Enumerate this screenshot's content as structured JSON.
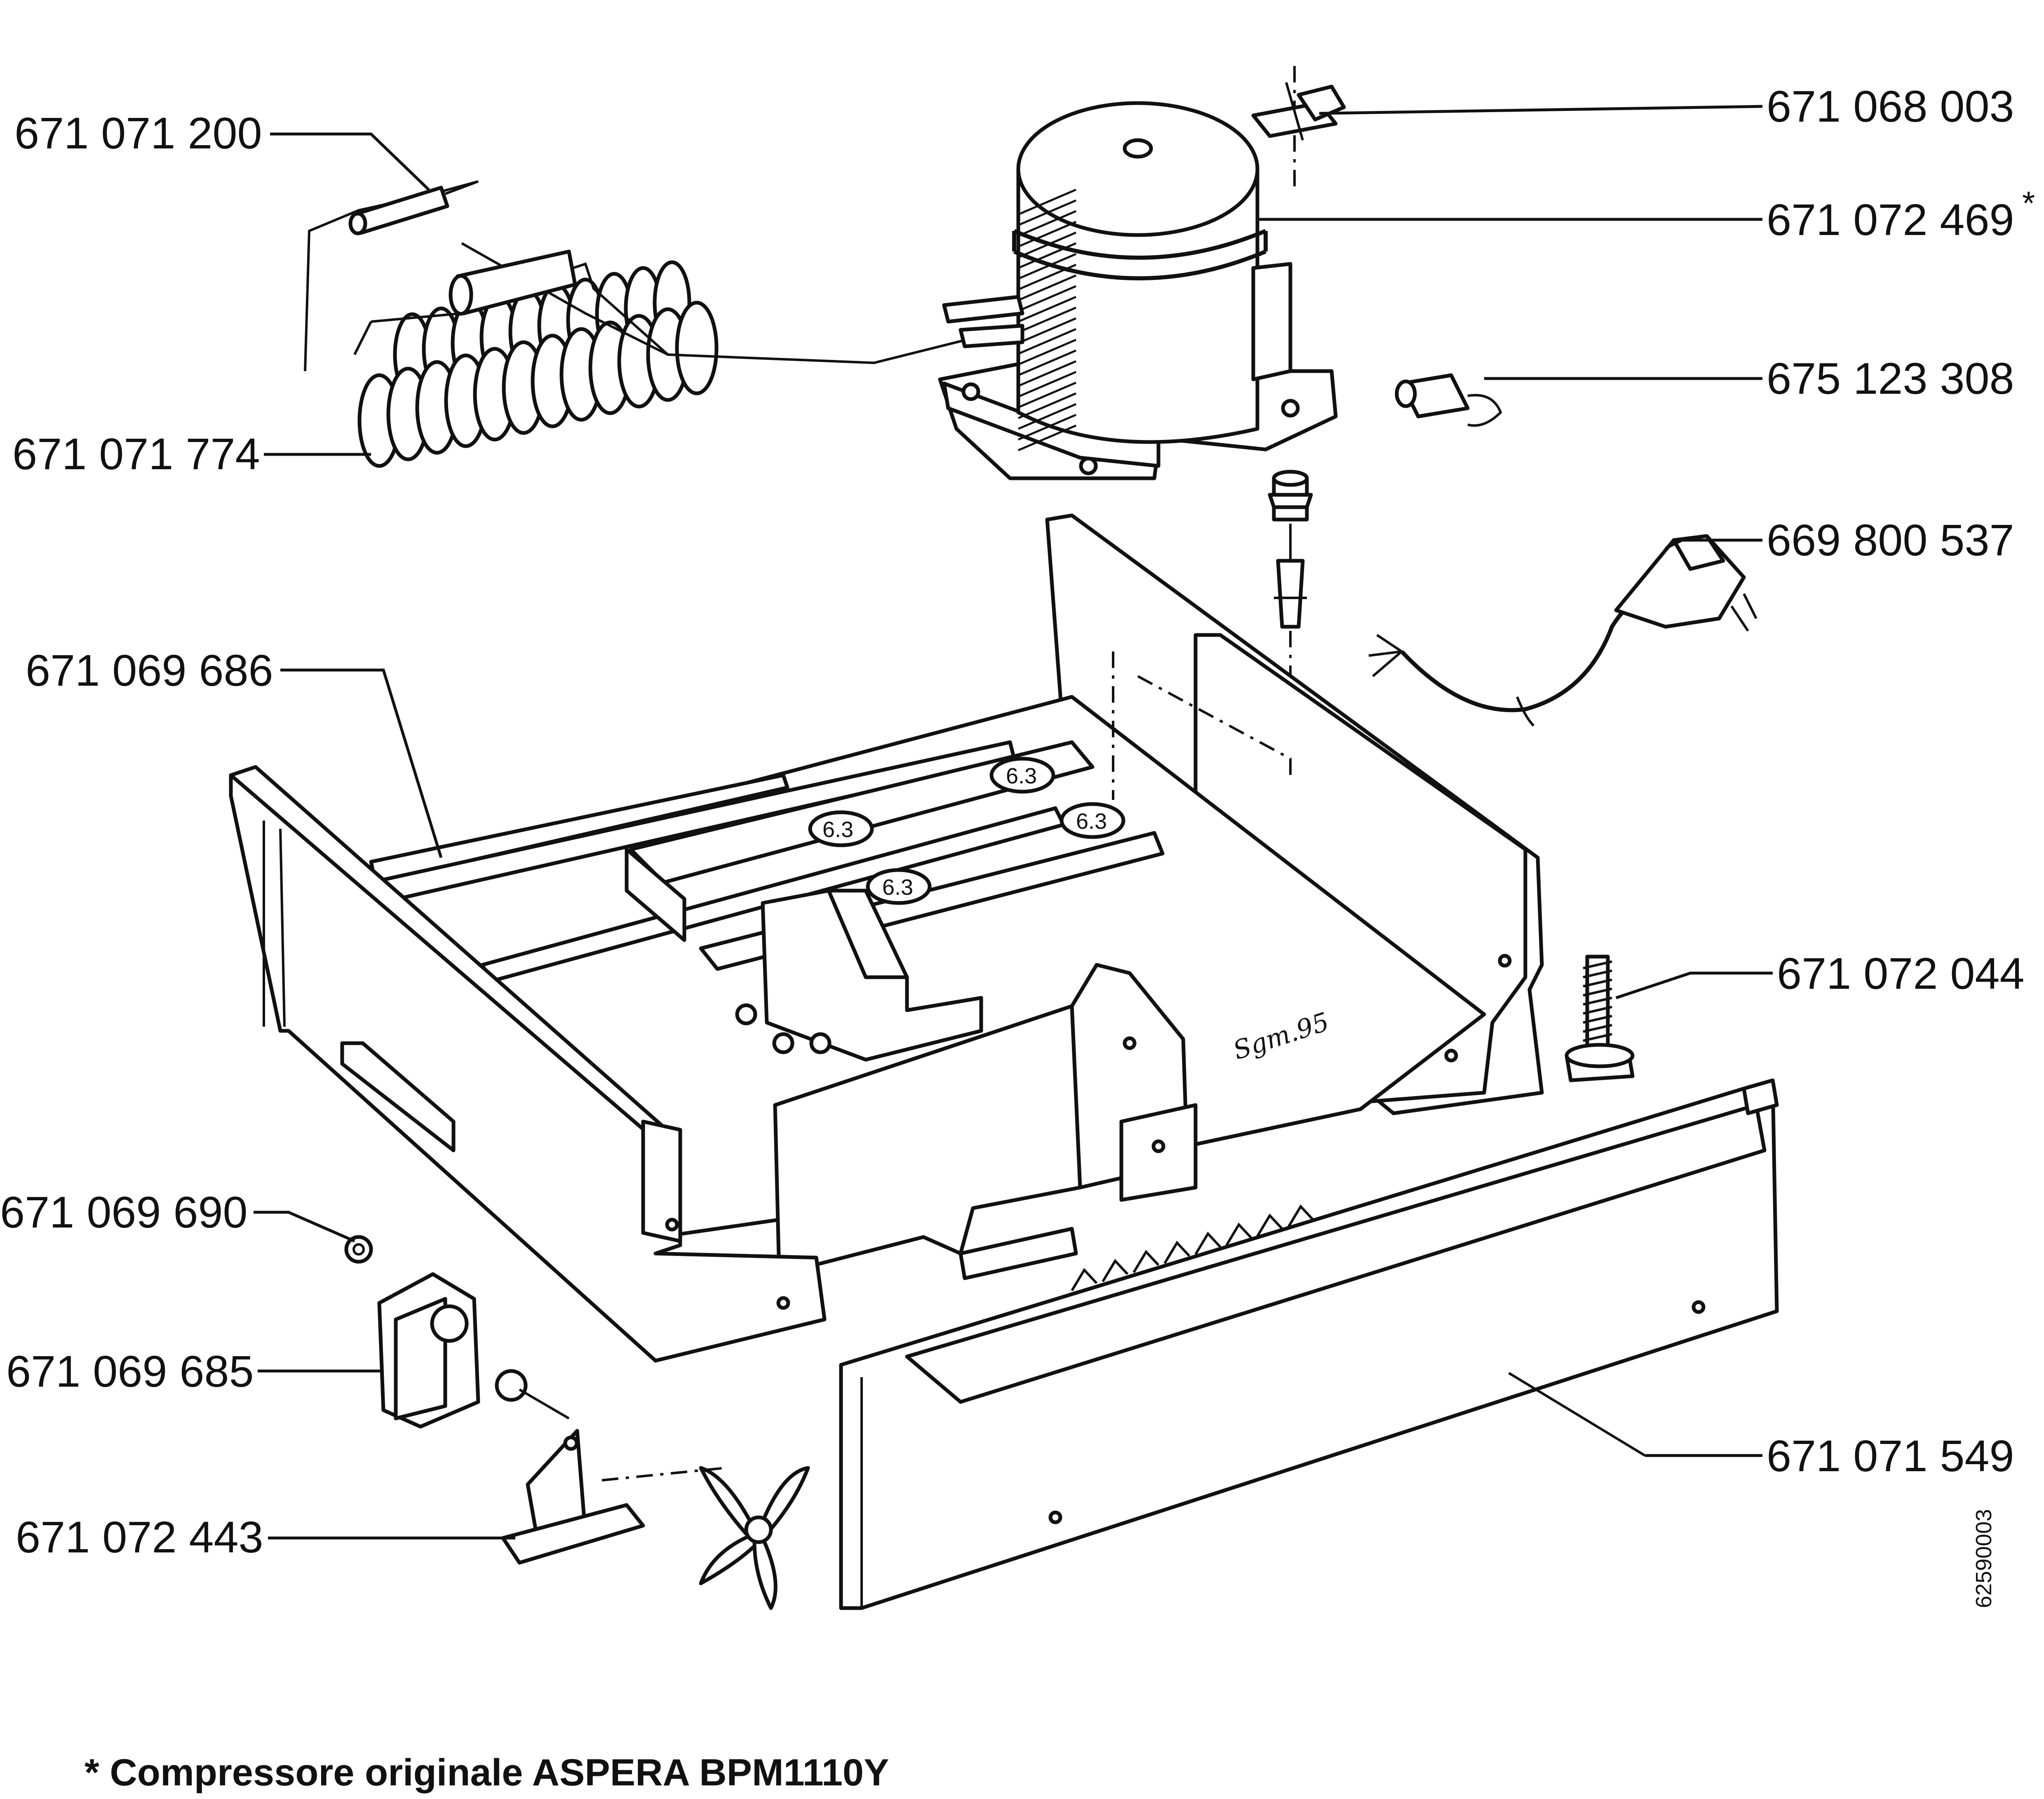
{
  "parts": [
    {
      "id": "drier",
      "code": "671 071 200"
    },
    {
      "id": "condenser",
      "code": "671 071 774"
    },
    {
      "id": "base-tray",
      "code": "671 069 686"
    },
    {
      "id": "fan-nut",
      "code": "671 069 690"
    },
    {
      "id": "fan-motor",
      "code": "671 069 685"
    },
    {
      "id": "motor-bracket",
      "code": "671 072 443"
    },
    {
      "id": "compressor-clip",
      "code": "671 068 003"
    },
    {
      "id": "compressor",
      "code": "671 072 469",
      "mark": "*"
    },
    {
      "id": "relay",
      "code": "675 123 308"
    },
    {
      "id": "power-cord",
      "code": "669 800 537"
    },
    {
      "id": "leveling-foot",
      "code": "671 072 044"
    },
    {
      "id": "front-panel",
      "code": "671 071 549"
    }
  ],
  "footnote": "* Compressore originale ASPERA BPM1110Y",
  "drawing_code": "62590003",
  "tray_marking": "Sgm.95",
  "colors": {
    "ink": "#111111",
    "paper": "#ffffff"
  }
}
